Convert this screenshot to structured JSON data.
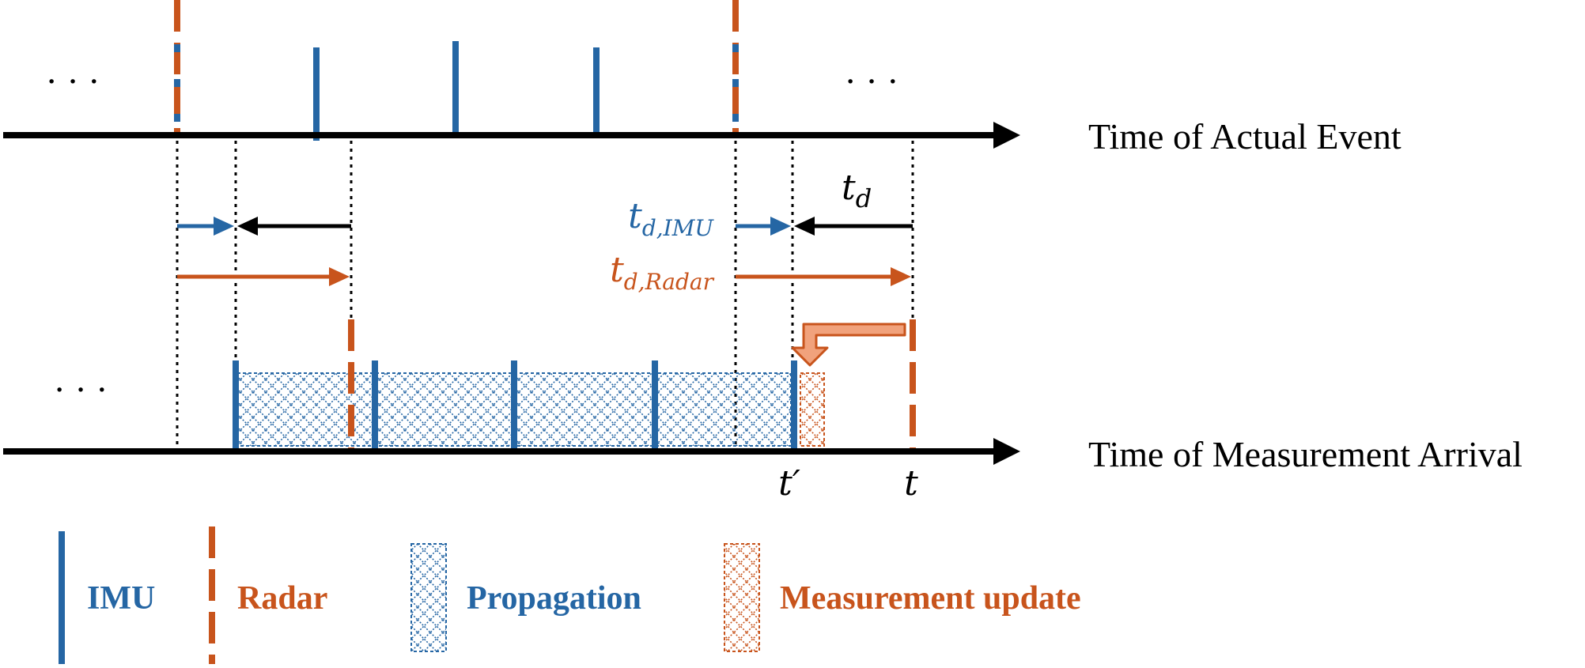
{
  "colors": {
    "imu": "#2566a4",
    "radar": "#c8541c",
    "axis": "#000000",
    "update_arrow_fill": "#f1a27c"
  },
  "axes": {
    "top_label": "Time of Actual Event",
    "bottom_label": "Time of Measurement Arrival"
  },
  "ellipsis": "· · ·",
  "delays": {
    "imu_label_main": "t",
    "imu_label_sub": "d,IMU",
    "radar_label_main": "t",
    "radar_label_sub": "d,Radar",
    "td_main": "t",
    "td_sub": "d"
  },
  "time_marks": {
    "t_prime": "t′",
    "t": "t"
  },
  "legend": {
    "imu": "IMU",
    "radar": "Radar",
    "propagation": "Propagation",
    "measurement_update": "Measurement update"
  }
}
